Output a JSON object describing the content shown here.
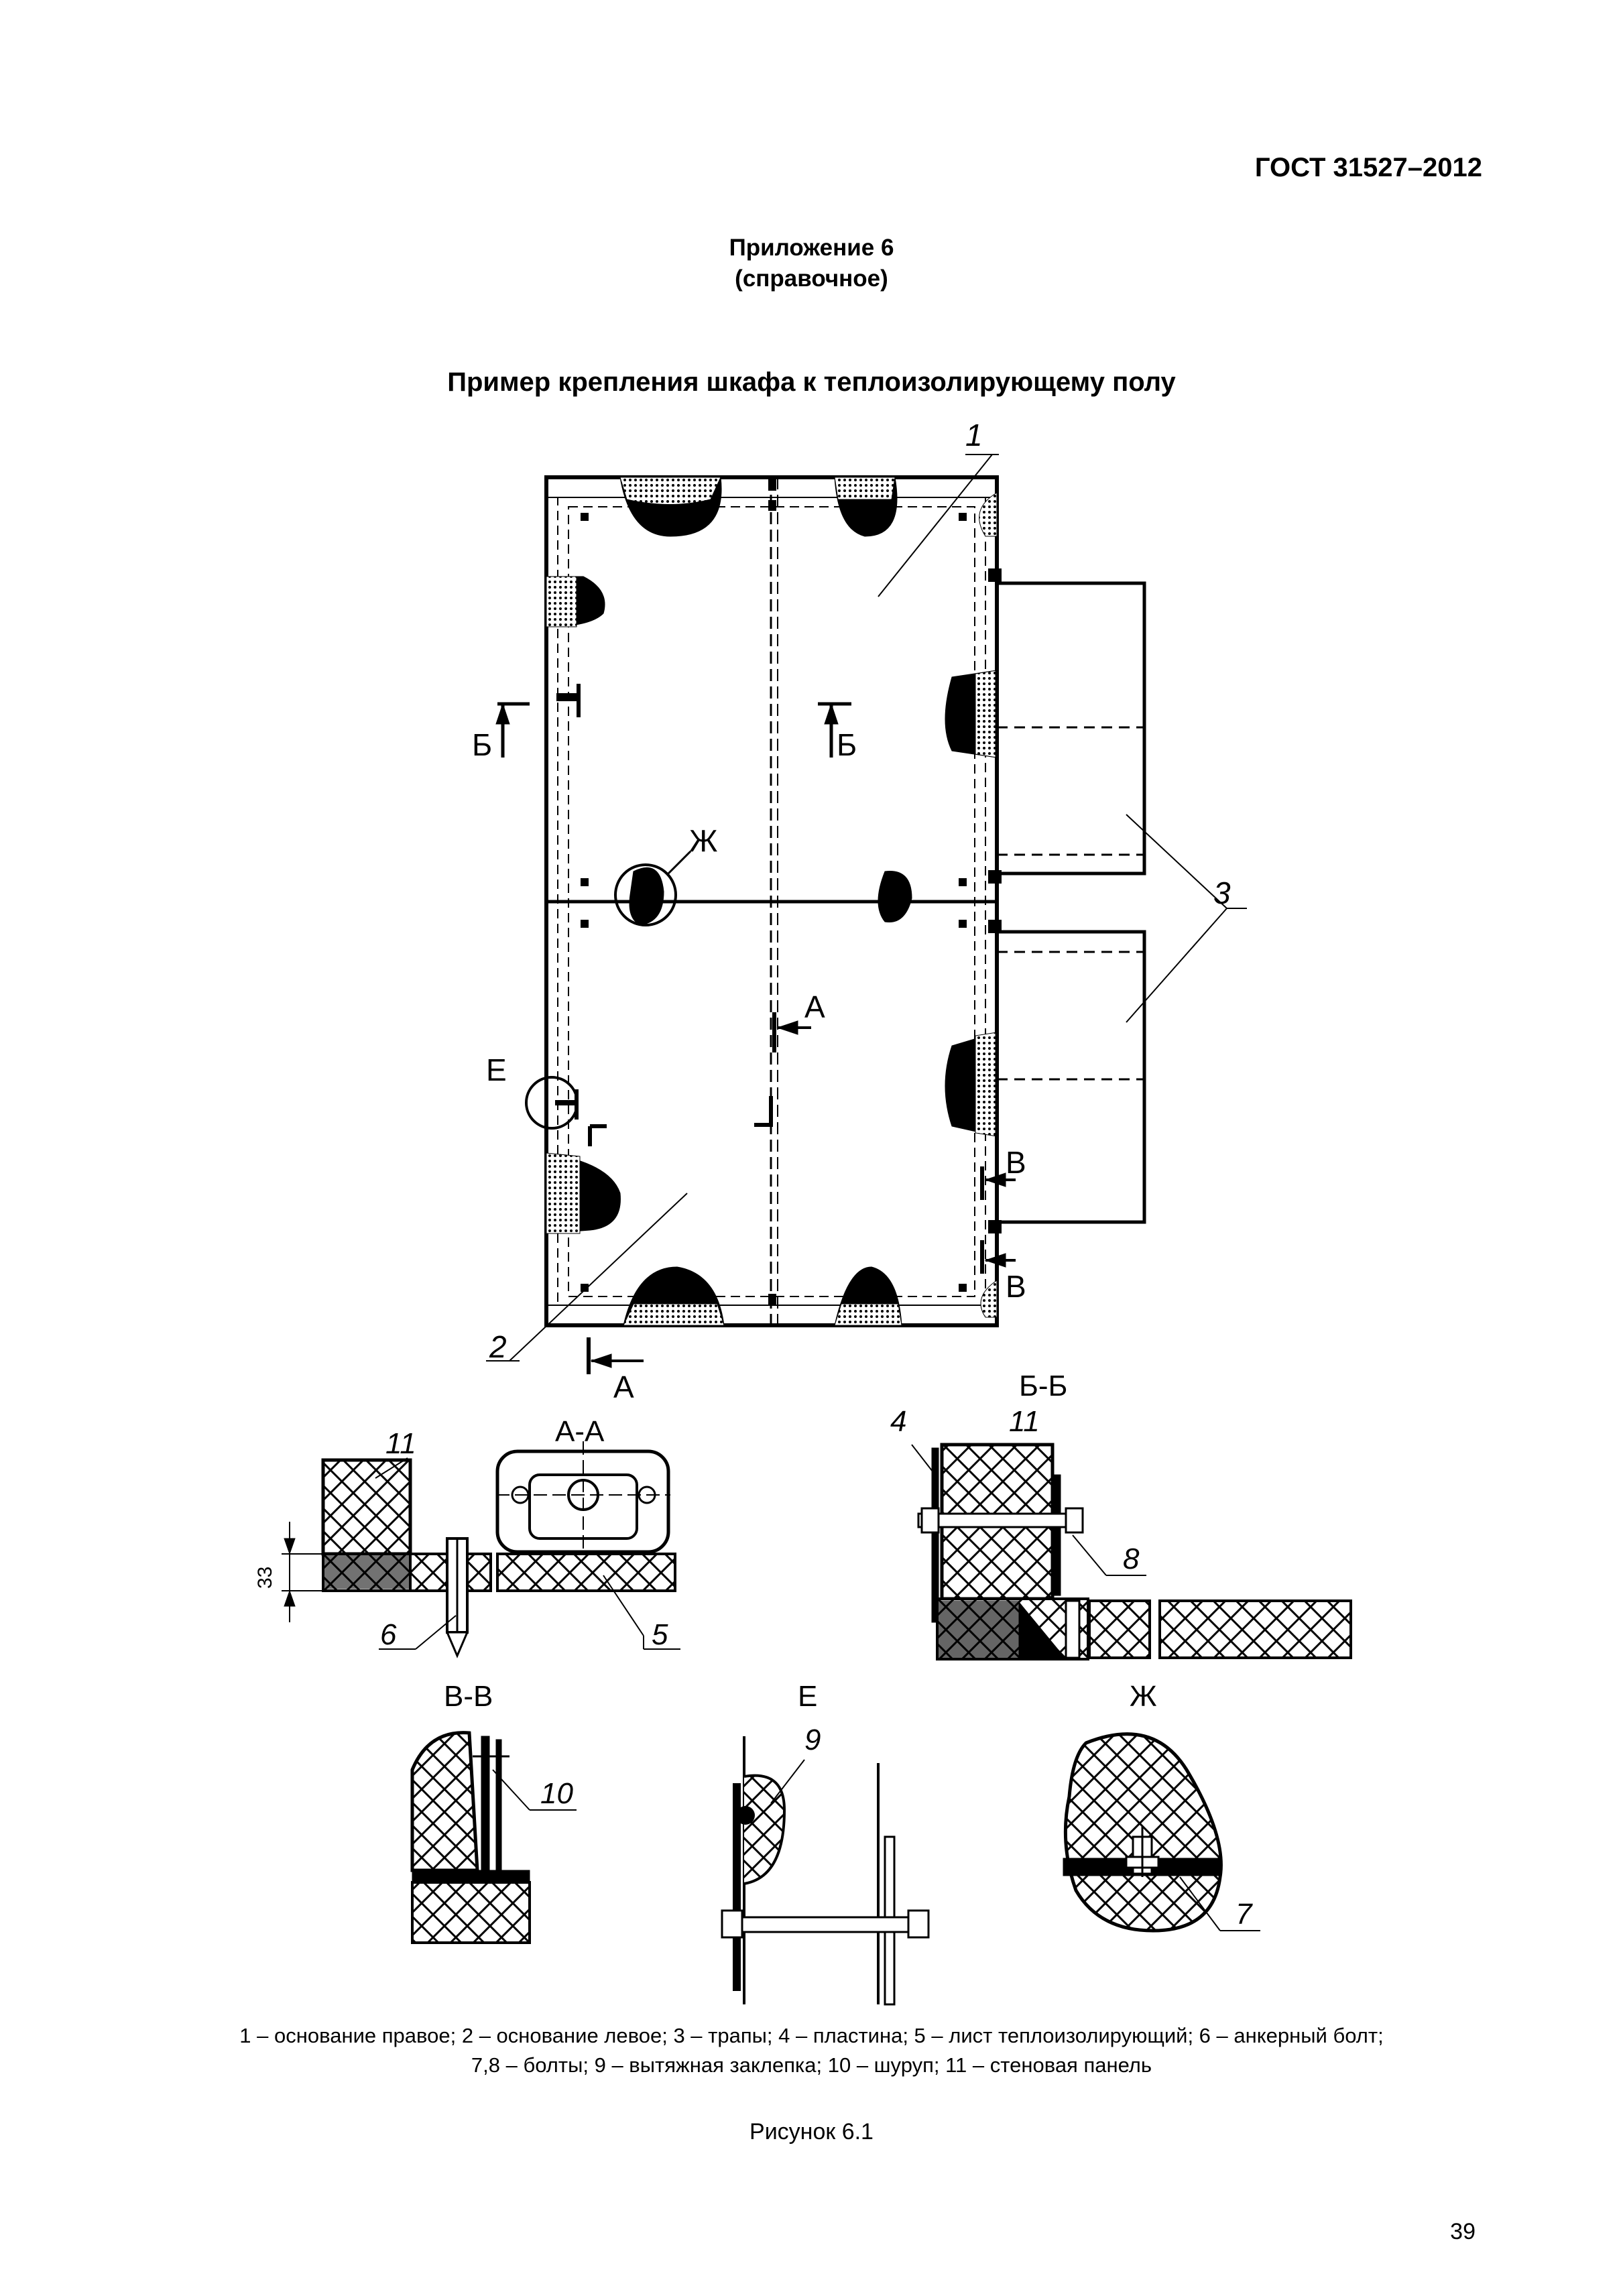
{
  "header": {
    "standard": "ГОСТ 31527–2012"
  },
  "appendix": {
    "line1": "Приложение 6",
    "line2": "(справочное)"
  },
  "title": "Пример крепления шкафа к теплоизолирующему полу",
  "labels": {
    "n1": "1",
    "n2": "2",
    "n3": "3",
    "n4": "4",
    "n5": "5",
    "n6": "6",
    "n7": "7",
    "n8": "8",
    "n9": "9",
    "n10": "10",
    "n11": "11",
    "n11b": "11",
    "b_left": "Б",
    "b_right": "Б",
    "zh": "Ж",
    "a_top": "А",
    "e": "Е",
    "v1": "В",
    "v2": "В",
    "a_bottom": "А",
    "sec_aa": "А-А",
    "sec_bb": "Б-Б",
    "sec_vv": "В-В",
    "sec_e": "Е",
    "sec_zh": "Ж",
    "dim33": "33"
  },
  "legend": {
    "line1": "1 – основание правое; 2 – основание левое; 3 – трапы; 4 – пластина; 5 – лист теплоизолирующий; 6 – анкерный болт;",
    "line2": "7,8 – болты; 9 – вытяжная заклепка; 10 – шуруп; 11 – стеновая панель"
  },
  "figure_caption": "Рисунок 6.1",
  "page_number": "39"
}
